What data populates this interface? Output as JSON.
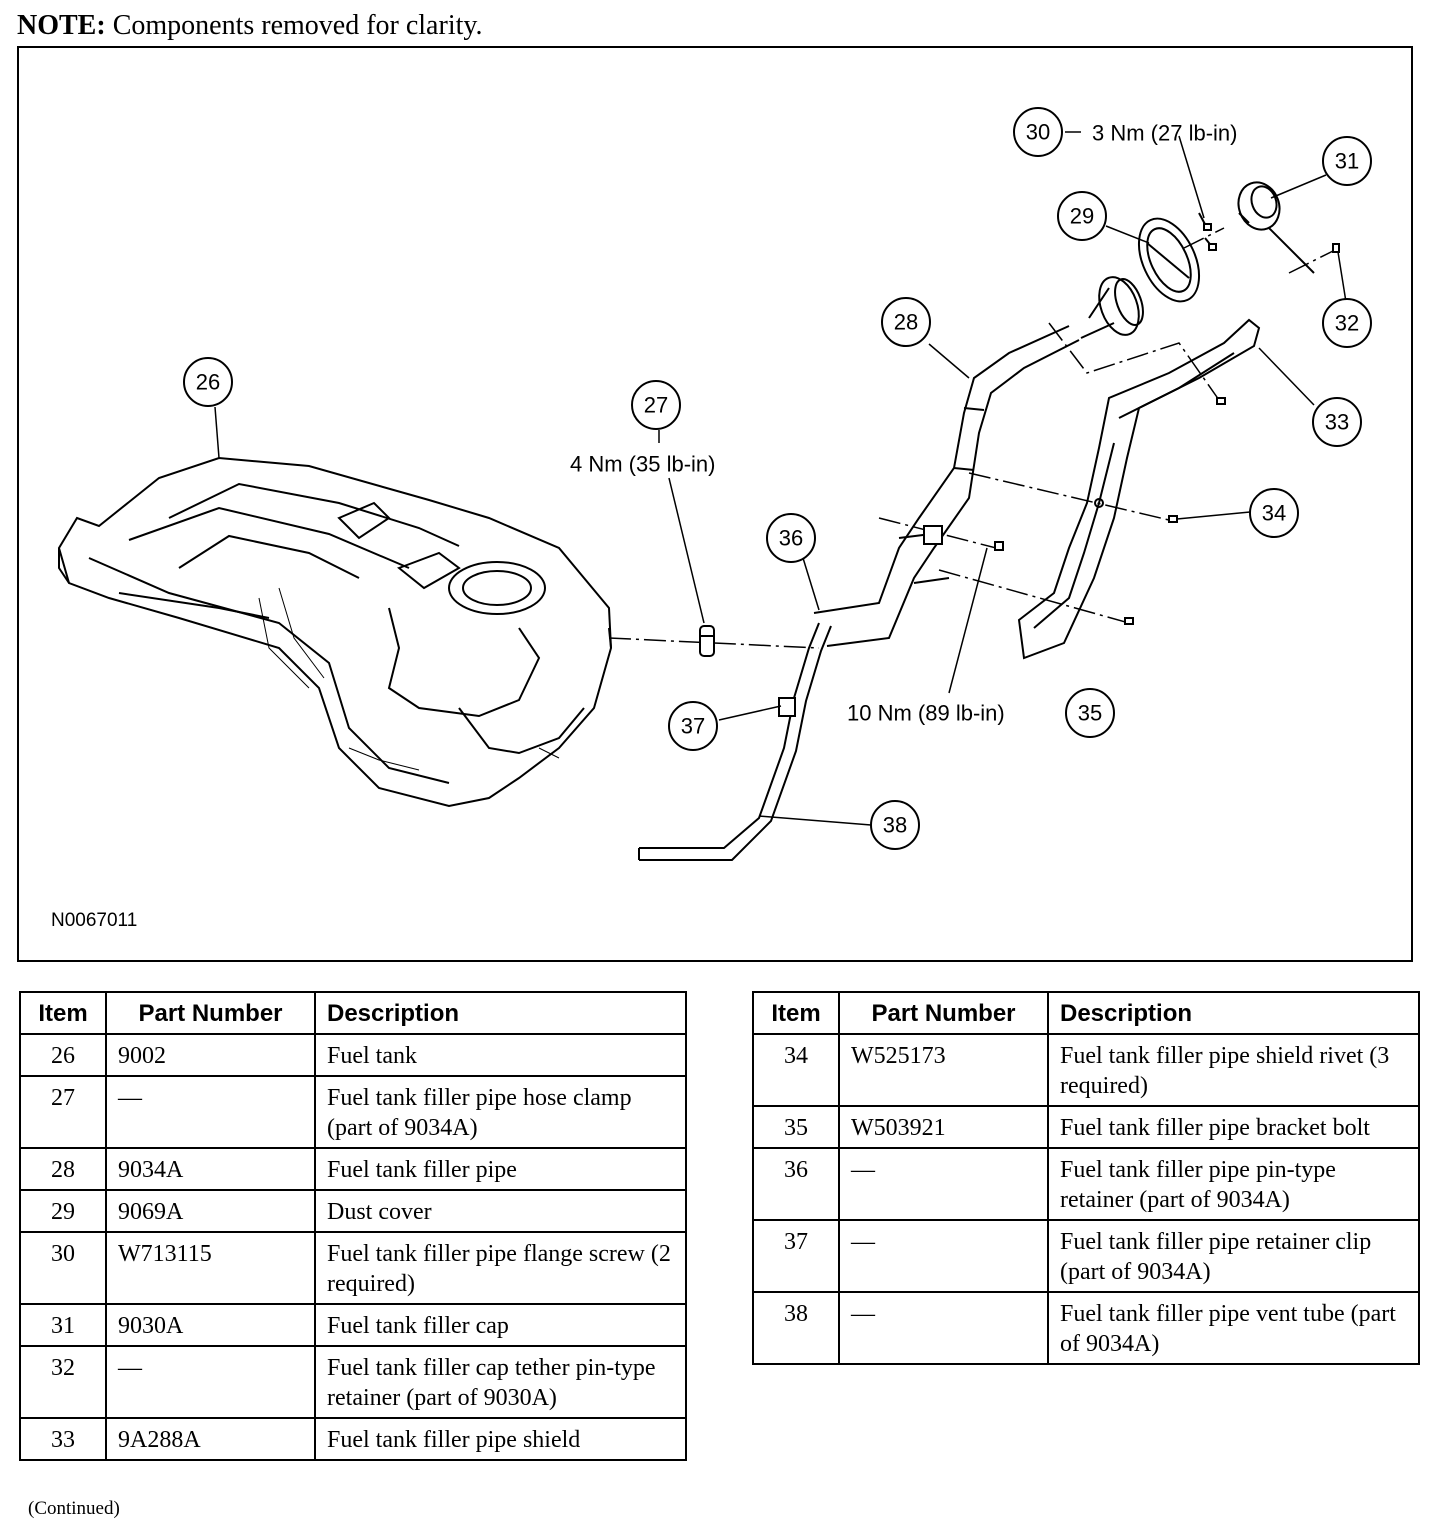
{
  "note": {
    "label": "NOTE:",
    "text": " Components removed for clarity."
  },
  "figure": {
    "id": "N0067011",
    "callouts": {
      "c26": "26",
      "c27": "27",
      "c28": "28",
      "c29": "29",
      "c30": "30",
      "c31": "31",
      "c32": "32",
      "c33": "33",
      "c34": "34",
      "c35": "35",
      "c36": "36",
      "c37": "37",
      "c38": "38"
    },
    "torques": {
      "t30": "3 Nm (27 lb-in)",
      "t27": "4 Nm (35 lb-in)",
      "t35": "10 Nm (89 lb-in)"
    }
  },
  "table_headers": {
    "item": "Item",
    "part_number": "Part Number",
    "description": "Description"
  },
  "parts_left": [
    {
      "item": "26",
      "part": "9002",
      "desc": "Fuel tank"
    },
    {
      "item": "27",
      "part": "—",
      "desc": "Fuel tank filler pipe hose clamp (part of 9034A)"
    },
    {
      "item": "28",
      "part": "9034A",
      "desc": "Fuel tank filler pipe"
    },
    {
      "item": "29",
      "part": "9069A",
      "desc": "Dust cover"
    },
    {
      "item": "30",
      "part": "W713115",
      "desc": "Fuel tank filler pipe flange screw (2 required)"
    },
    {
      "item": "31",
      "part": "9030A",
      "desc": "Fuel tank filler cap"
    },
    {
      "item": "32",
      "part": "—",
      "desc": "Fuel tank filler cap tether pin-type retainer (part of 9030A)"
    },
    {
      "item": "33",
      "part": "9A288A",
      "desc": "Fuel tank filler pipe shield"
    }
  ],
  "parts_right": [
    {
      "item": "34",
      "part": "W525173",
      "desc": "Fuel tank filler pipe shield rivet (3 required)"
    },
    {
      "item": "35",
      "part": "W503921",
      "desc": "Fuel tank filler pipe bracket bolt"
    },
    {
      "item": "36",
      "part": "—",
      "desc": "Fuel tank filler pipe pin-type retainer (part of 9034A)"
    },
    {
      "item": "37",
      "part": "—",
      "desc": "Fuel tank filler pipe retainer clip (part of 9034A)"
    },
    {
      "item": "38",
      "part": "—",
      "desc": "Fuel tank filler pipe vent tube (part of 9034A)"
    }
  ],
  "footer": {
    "continued": "(Continued)"
  }
}
